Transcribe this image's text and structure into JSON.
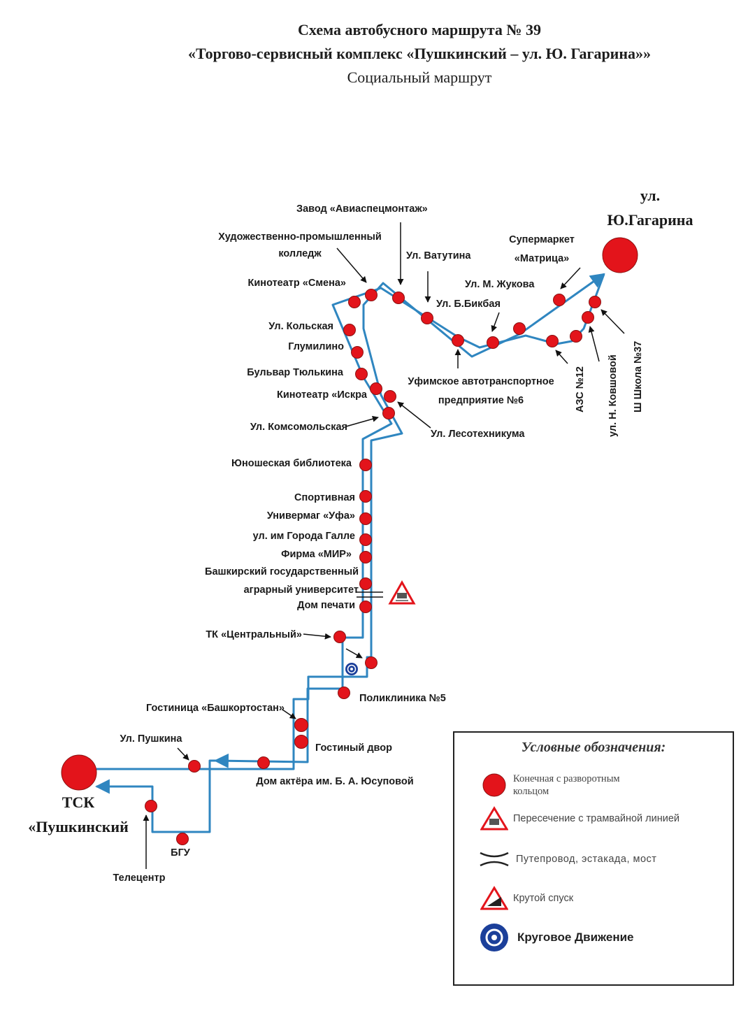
{
  "header": {
    "line1": "Схема автобусного маршрута № 39",
    "line2": "«Торгово-сервисный комплекс «Пушкинский – ул. Ю. Гагарина»»",
    "line3": "Социальный маршрут"
  },
  "terminals": {
    "start_line1": "ТСК",
    "start_line2": "«Пушкинский",
    "end_line1": "ул.",
    "end_line2": "Ю.Гагарина"
  },
  "stops": {
    "zavod": "Завод «Авиаспецмонтаж»",
    "hpk1": "Художественно-промышленный",
    "hpk2": "колледж",
    "vatutina": "Ул. Ватутина",
    "supermarket1": "Супермаркет",
    "supermarket2": "«Матрица»",
    "smena": "Кинотеатр «Смена»",
    "zhukova": "Ул. М. Жукова",
    "bikbaya": "Ул. Б.Бикбая",
    "kolskaya": "Ул. Кольская",
    "glumilino": "Глумилино",
    "tyulkina": "Бульвар Тюлькина",
    "iskra": "Кинотеатр «Искра",
    "ufimskoe1": "Уфимское автотранспортное",
    "ufimskoe2": "предприятие №6",
    "azs": "АЗС №12",
    "kovshovoy": "ул. Н. Ковшовой",
    "school": "Ш Школа №37",
    "komsomolskaya": "Ул. Комсомольская",
    "lesotekh": "Ул. Лесотехникума",
    "library": "Юношеская библиотека",
    "sportivnaya": "Спортивная",
    "univermag": "Универмаг «Уфа»",
    "galle": "ул. им Города Галле",
    "mir": "Фирма «МИР»",
    "bgau1": "Башкирский государственный",
    "bgau2": "аграрный университет",
    "pechati": "Дом печати",
    "tk": "ТК «Центральный»",
    "poliklinika": "Поликлиника №5",
    "gostinica": "Гостиница «Башкортостан»",
    "gostiny": "Гостиный двор",
    "pushkina": "Ул. Пушкина",
    "akter": "Дом актёра им. Б. А. Юсуповой",
    "bgu": "БГУ",
    "telecenter": "Телецентр"
  },
  "legend": {
    "title": "Условные обозначения:",
    "terminal1": "Конечная с разворотным",
    "terminal2": "кольцом",
    "tram": "Пересечение с трамвайной линией",
    "bridge": "Путепровод, эстакада, мост",
    "slope": "Крутой спуск",
    "roundabout": "Круговое Движение"
  },
  "colors": {
    "route": "#2f86c0",
    "stop": "#e3141b",
    "stop_outline": "#8a1010",
    "roundabout": "#1b3f9a"
  }
}
